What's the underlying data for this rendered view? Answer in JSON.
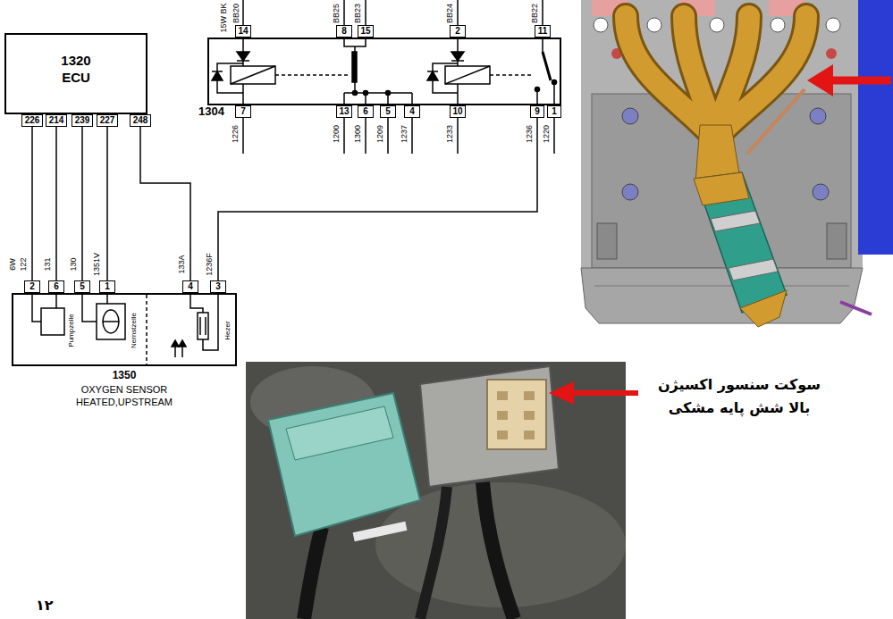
{
  "diagram": {
    "nodes": [
      {
        "text": [
          "1320 ECU"
        ]
      },
      {
        "text": [
          "1304"
        ]
      },
      {
        "text": [
          "1350",
          "OXYGEN SENSOR HEATED,UPSTREAM"
        ]
      }
    ],
    "edges": [
      {
        "from": 0,
        "to": 2,
        "arrow": "none"
      },
      {
        "from": 0,
        "to": 2,
        "arrow": "none"
      },
      {
        "from": 0,
        "to": 2,
        "arrow": "none"
      },
      {
        "from": 0,
        "to": 2,
        "arrow": "none"
      },
      {
        "from": 0,
        "to": 2,
        "arrow": "none"
      },
      {
        "from": 1,
        "to": 2,
        "arrow": "none"
      }
    ],
    "labels": [
      "15W BK",
      "BB20",
      "BB25",
      "BB23",
      "BB24",
      "BB22",
      "14",
      "8",
      "15",
      "2",
      "11",
      "7",
      "13",
      "6",
      "5",
      "4",
      "10",
      "9",
      "1",
      "1226",
      "1200",
      "1300",
      "1209",
      "1237",
      "1233",
      "1236",
      "1220",
      "226",
      "214",
      "239",
      "227",
      "248",
      "6W",
      "122",
      "131",
      "130",
      "1351V",
      "133A",
      "1236F",
      "2",
      "6",
      "5",
      "1",
      "4",
      "3",
      "Pumpzelle",
      "Nernstzelle",
      "Hezer",
      "سوکت سنسور اکسیژن بالا شش پایه مشکی",
      "۱۲"
    ]
  }
}
